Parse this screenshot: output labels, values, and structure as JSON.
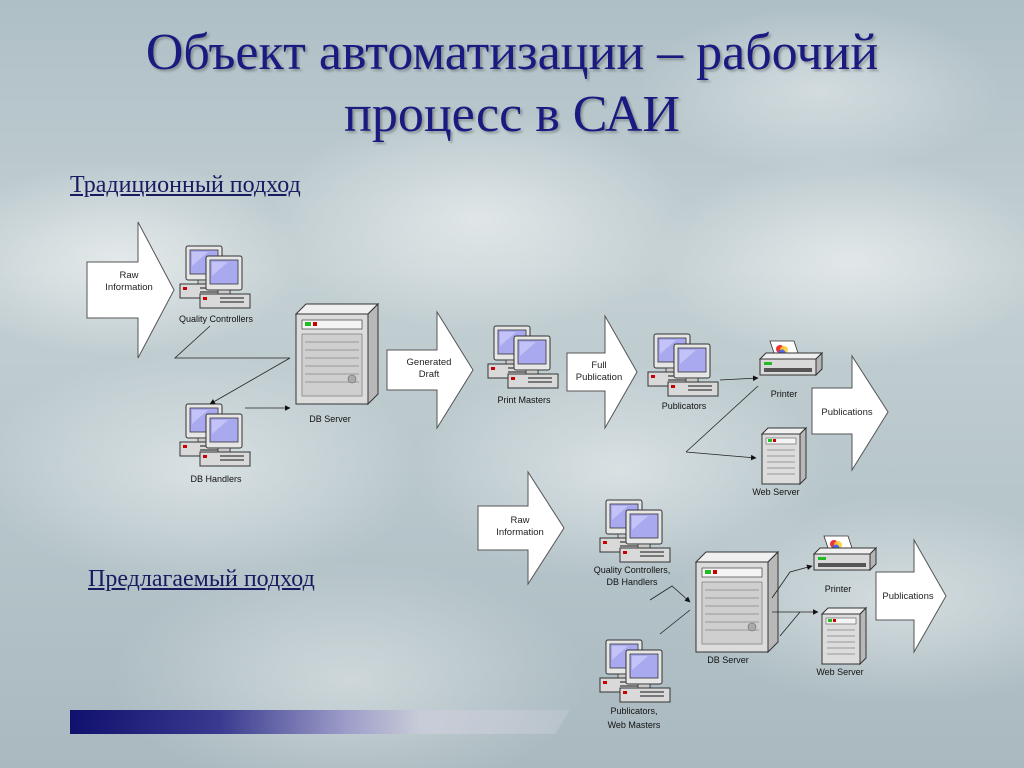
{
  "slide": {
    "title_line1": "Объект автоматизации – рабочий",
    "title_line2": "процесс в САИ",
    "section_traditional": "Традиционный подход",
    "section_proposed": "Предлагаемый подход"
  },
  "traditional": {
    "arrow_raw": [
      "Raw",
      "Information"
    ],
    "quality_controllers": "Quality Controllers",
    "db_handlers": "DB Handlers",
    "db_server": "DB Server",
    "arrow_draft": [
      "Generated",
      "Draft"
    ],
    "print_masters": "Print Masters",
    "arrow_full": [
      "Full",
      "Publication"
    ],
    "publicators": "Publicators",
    "printer": "Printer",
    "web_server": "Web Server",
    "arrow_publications": "Publications"
  },
  "proposed": {
    "arrow_raw": [
      "Raw",
      "Information"
    ],
    "qc_dbh": [
      "Quality Controllers,",
      "DB Handlers"
    ],
    "db_server": "DB Server",
    "publicators_wm": [
      "Publicators,",
      "Web Masters"
    ],
    "printer": "Printer",
    "web_server": "Web Server",
    "arrow_publications": "Publications"
  },
  "colors": {
    "title": "#1a1a80",
    "monitor_screen": "#a9a9f0",
    "device_body": "#d9d9d9",
    "status_red": "#cc0000",
    "status_green": "#22bb22"
  }
}
